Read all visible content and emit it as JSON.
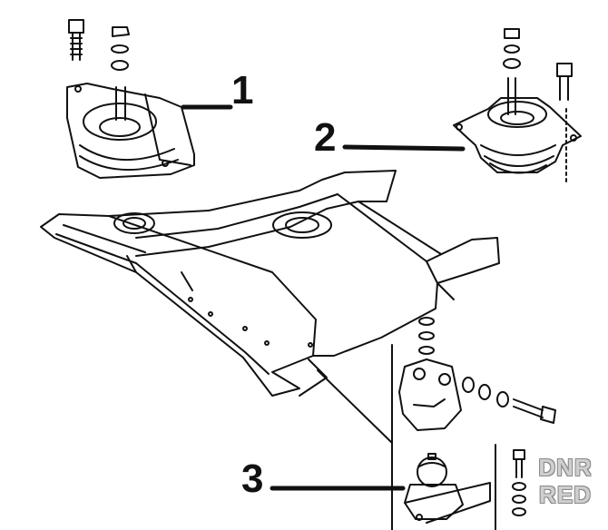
{
  "diagram": {
    "callouts": [
      {
        "id": "1",
        "label": "1"
      },
      {
        "id": "2",
        "label": "2"
      },
      {
        "id": "3",
        "label": "3"
      }
    ],
    "watermark": {
      "line1": "DNR",
      "line2": "RED"
    },
    "colors": {
      "ink": "#111111",
      "paper": "#ffffff",
      "watermark": "#cfcfcf"
    }
  }
}
